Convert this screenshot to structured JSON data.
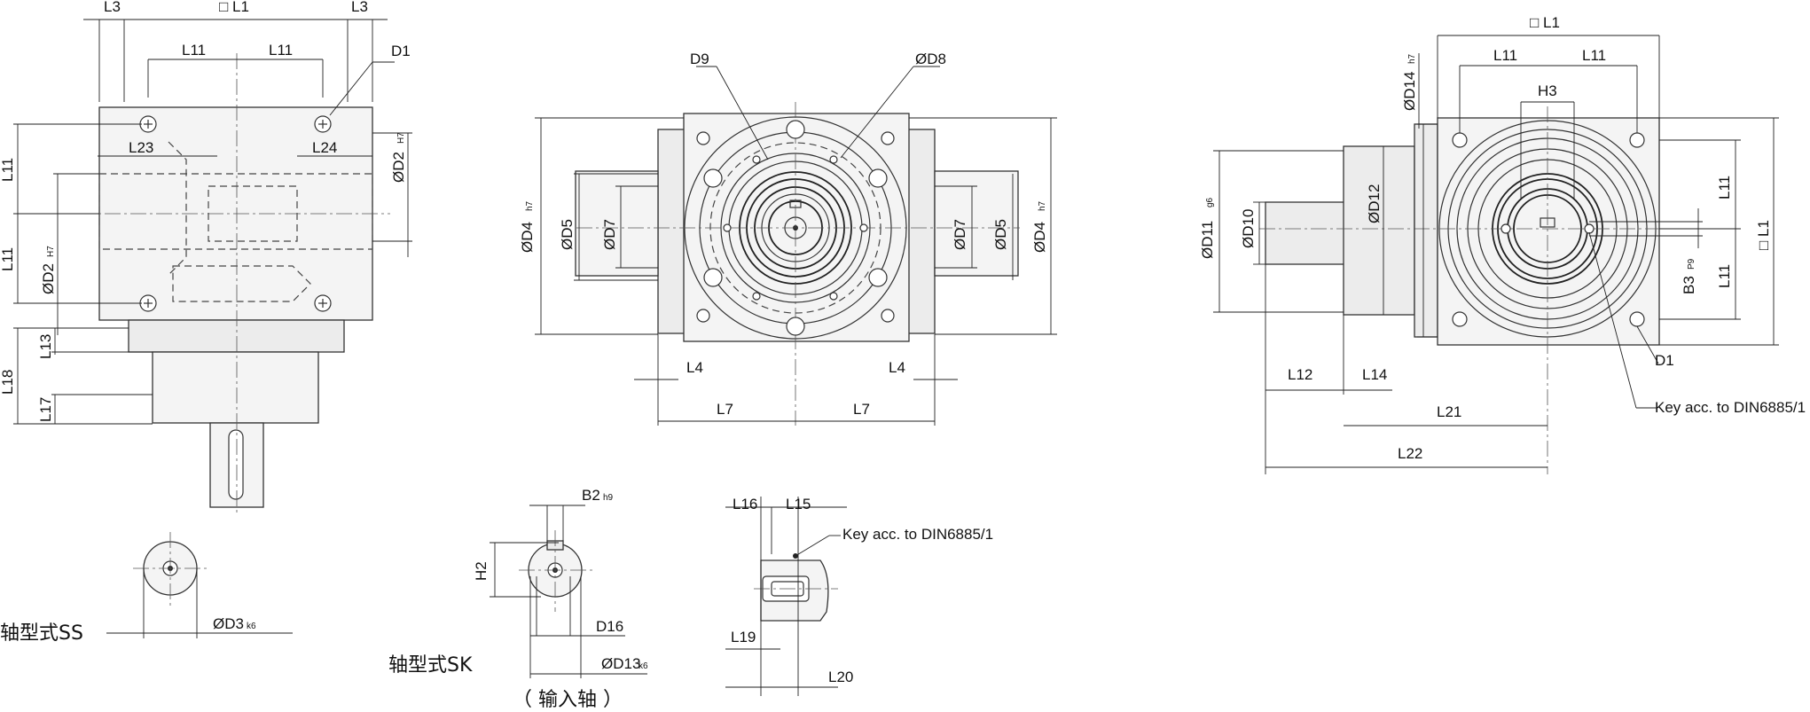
{
  "labels": {
    "sq_l1": "□ L1",
    "l1": "L1",
    "l3": "L3",
    "l4": "L4",
    "l7": "L7",
    "l11": "L11",
    "l12": "L12",
    "l13": "L13",
    "l14": "L14",
    "l15": "L15",
    "l16": "L16",
    "l17": "L17",
    "l18": "L18",
    "l19": "L19",
    "l20": "L20",
    "l21": "L21",
    "l22": "L22",
    "l23": "L23",
    "l24": "L24",
    "d1": "D1",
    "d2": "ØD2",
    "d2_tol": "H7",
    "d3": "ØD3",
    "d3_tol": "k6",
    "d4": "ØD4",
    "d4_tol": "h7",
    "d5": "ØD5",
    "d7": "ØD7",
    "d8": "ØD8",
    "d9": "D9",
    "d10": "ØD10",
    "d11": "ØD11",
    "d11_tol": "g6",
    "d12": "ØD12",
    "d13": "ØD13",
    "d13_tol": "k6",
    "d14": "ØD14",
    "d14_tol": "h7",
    "d16": "D16",
    "h2": "H2",
    "h3": "H3",
    "b2": "B2",
    "b2_tol": "h9",
    "b3": "B3",
    "b3_tol": "P9",
    "key_note": "Key acc. to DIN6885/1"
  },
  "captions": {
    "shaft_ss": "轴型式SS",
    "shaft_sk": "轴型式SK",
    "input_shaft": "（ 输入轴 ）"
  }
}
